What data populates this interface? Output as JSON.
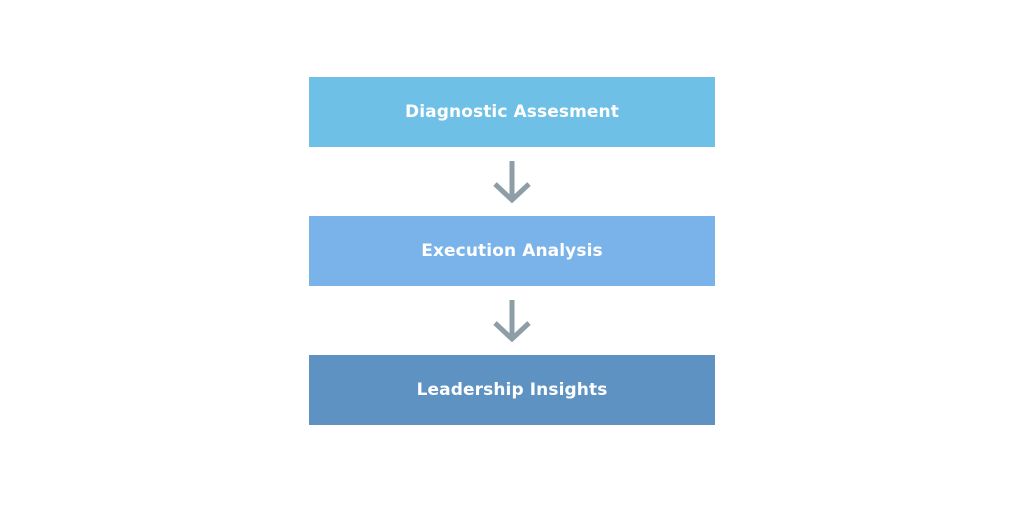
{
  "diagram": {
    "steps": [
      {
        "label": "Diagnostic Assesment",
        "color": "#6fc0e6"
      },
      {
        "label": "Execution Analysis",
        "color": "#79b3ea"
      },
      {
        "label": "Leadership Insights",
        "color": "#5d92c2"
      }
    ],
    "arrow_color": "#8e9ea6",
    "arrow_icon": "arrow-down-icon"
  }
}
